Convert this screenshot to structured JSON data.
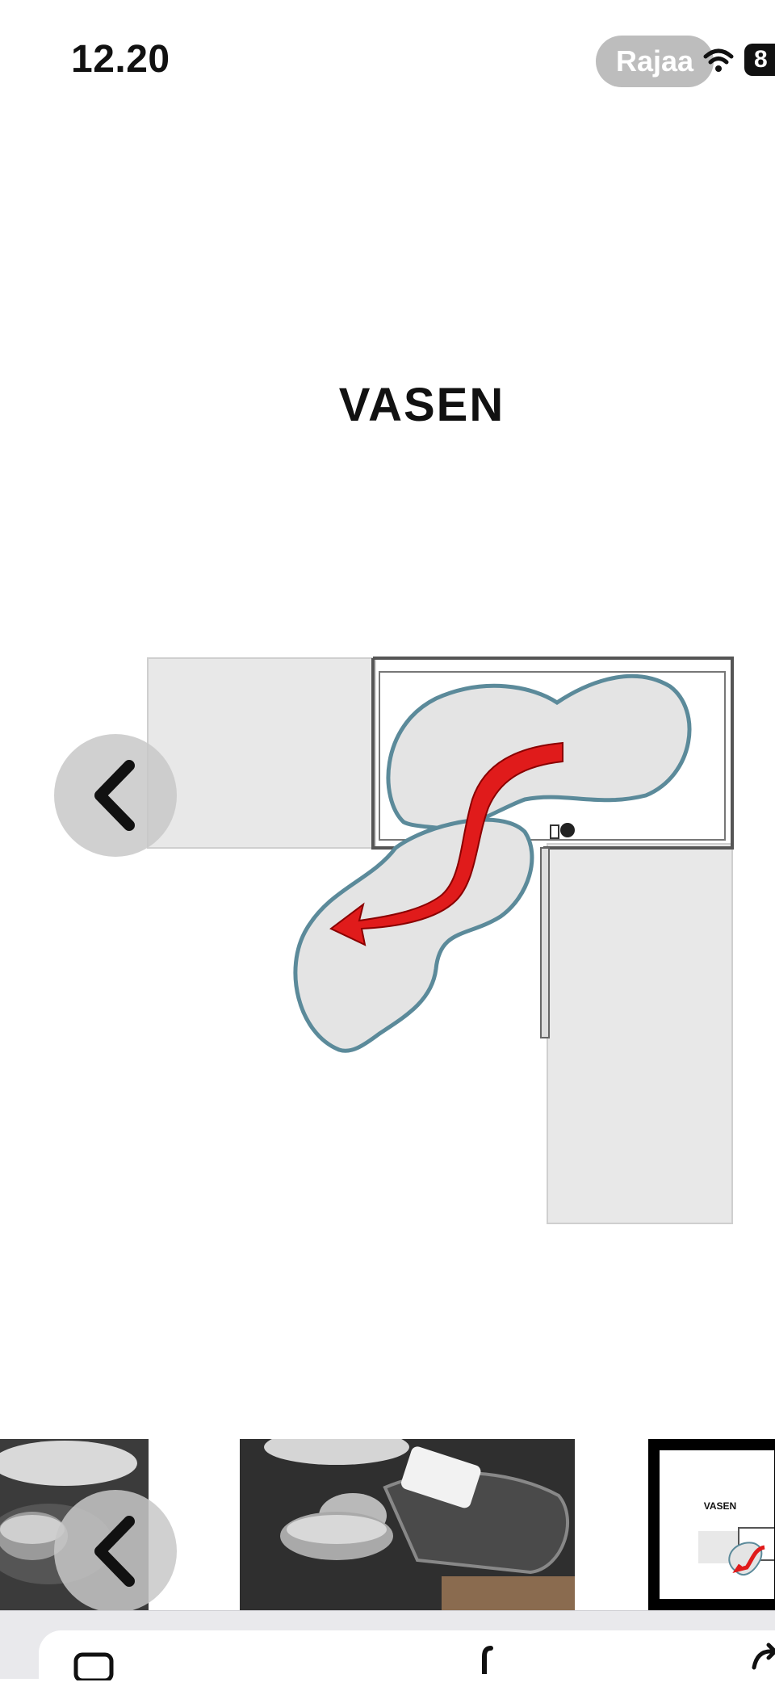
{
  "status_bar": {
    "time": "12.20",
    "crop_button_label": "Rajaa",
    "battery_level": "8"
  },
  "viewer": {
    "diagram_title": "VASEN",
    "colors": {
      "cabinet_fill": "#e8e8e8",
      "cabinet_outline": "#555555",
      "shelf_outline": "#5b8a9a",
      "arrow": "#e01b1b"
    }
  },
  "thumbnails": {
    "items": [
      {
        "label": ""
      },
      {
        "label": ""
      },
      {
        "label": "VASEN"
      }
    ]
  },
  "icons": {
    "prev": "chevron-left-icon",
    "wifi": "wifi-icon"
  }
}
